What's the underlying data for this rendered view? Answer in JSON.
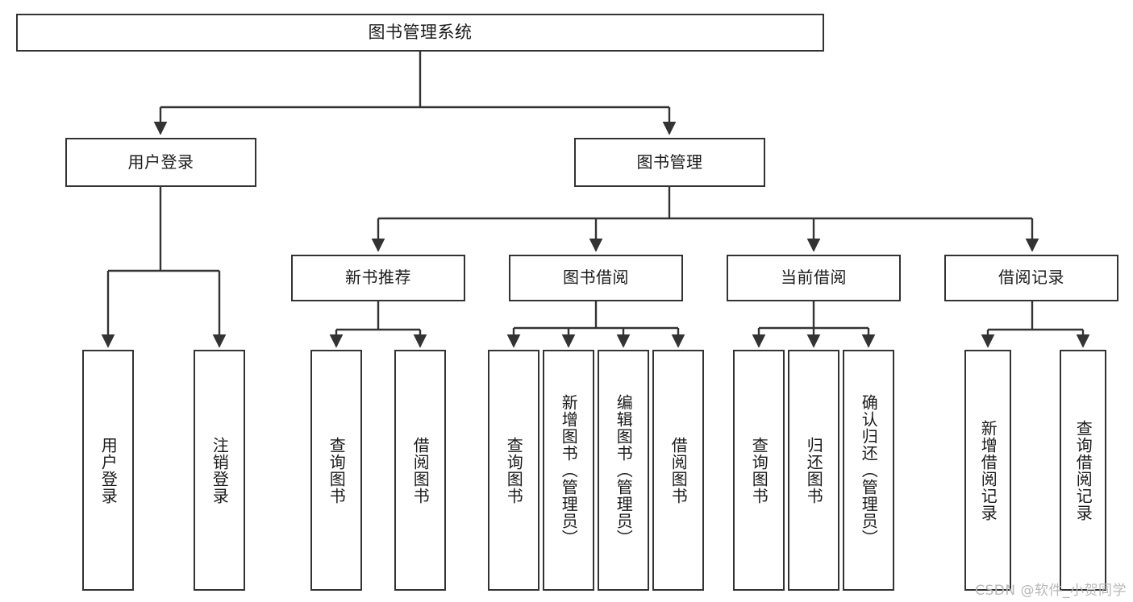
{
  "diagram": {
    "title": "图书管理系统",
    "watermark": "CSDN @软件_小贺同学",
    "stroke_color": "#333333",
    "fill_color": "#ffffff",
    "text_color": "#1a1a1a",
    "nodes": {
      "root": "图书管理系统",
      "user_login": "用户登录",
      "book_manage": "图书管理",
      "new_book_rec": "新书推荐",
      "book_borrow": "图书借阅",
      "current_borrow": "当前借阅",
      "borrow_record": "借阅记录",
      "leaf_user_login": "用户登录",
      "leaf_logout": "注销登录",
      "leaf_query_book_1": "查询图书",
      "leaf_borrow_book_1": "借阅图书",
      "leaf_query_book_2": "查询图书",
      "leaf_add_book_admin": "新增图书（管理员）",
      "leaf_edit_book_admin": "编辑图书（管理员）",
      "leaf_borrow_book_2": "借阅图书",
      "leaf_query_book_3": "查询图书",
      "leaf_return_book": "归还图书",
      "leaf_confirm_return_admin": "确认归还（管理员）",
      "leaf_add_record": "新增借阅记录",
      "leaf_query_record": "查询借阅记录"
    }
  }
}
